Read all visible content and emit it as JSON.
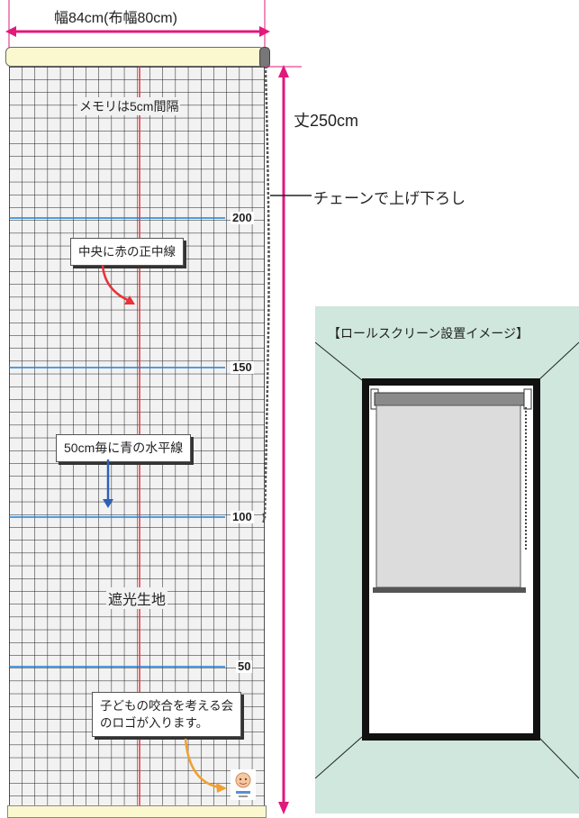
{
  "width_label": "幅84cm(布幅80cm)",
  "height_label": "丈250cm",
  "chain_label": "チェーンで上げ下ろし",
  "grid_note": "メモリは5cm間隔",
  "callouts": {
    "center_line": "中央に赤の正中線",
    "blue_lines": "50cm毎に青の水平線",
    "logo_line1": "子どもの咬合を考える会",
    "logo_line2": "のロゴが入ります。"
  },
  "fabric_label": "遮光生地",
  "scale_marks": [
    "200",
    "150",
    "100",
    "50"
  ],
  "install_title": "【ロールスクリーン設置イメージ】",
  "colors": {
    "dimension_arrow": "#e0197d",
    "center_line": "#e8333a",
    "blue_line": "#1e7fd6",
    "callout_arrow_red": "#e8333a",
    "callout_arrow_blue": "#2a62b6",
    "callout_arrow_orange": "#f0a030",
    "room_bg": "#cfe7dd",
    "roller": "#fbf7cf"
  }
}
